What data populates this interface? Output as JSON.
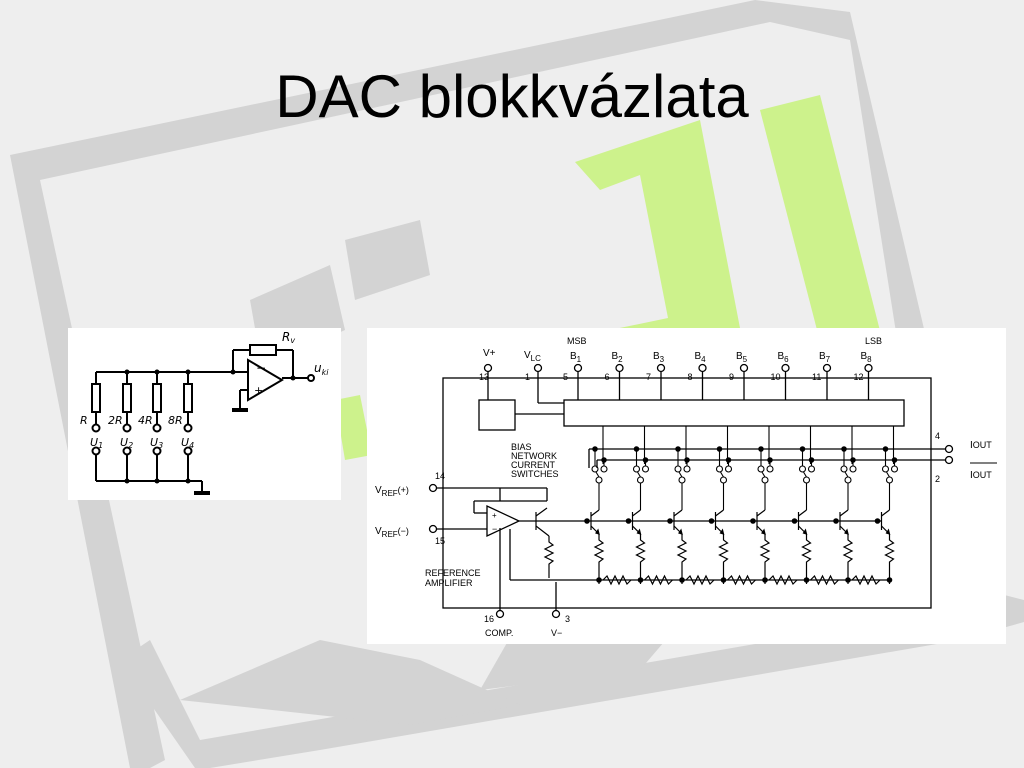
{
  "slide": {
    "title": "DAC blokkvázlata"
  },
  "left_circuit": {
    "feedback_resistor": "R",
    "feedback_resistor_sub": "v",
    "output": "u",
    "output_sub": "ki",
    "resistors": [
      "R",
      "2R",
      "4R",
      "8R"
    ],
    "inputs": [
      {
        "main": "U",
        "sub": "1"
      },
      {
        "main": "U",
        "sub": "2"
      },
      {
        "main": "U",
        "sub": "3"
      },
      {
        "main": "U",
        "sub": "4"
      }
    ],
    "opamp_minus": "−",
    "opamp_plus": "+"
  },
  "right_circuit": {
    "vplus": "V+",
    "vlc_main": "V",
    "vlc_sub": "LC",
    "msb": "MSB",
    "lsb": "LSB",
    "bits": [
      {
        "main": "B",
        "sub": "1",
        "pin": "5"
      },
      {
        "main": "B",
        "sub": "2",
        "pin": "6"
      },
      {
        "main": "B",
        "sub": "3",
        "pin": "7"
      },
      {
        "main": "B",
        "sub": "4",
        "pin": "8"
      },
      {
        "main": "B",
        "sub": "5",
        "pin": "9"
      },
      {
        "main": "B",
        "sub": "6",
        "pin": "10"
      },
      {
        "main": "B",
        "sub": "7",
        "pin": "11"
      },
      {
        "main": "B",
        "sub": "8",
        "pin": "12"
      }
    ],
    "pin_vplus": "13",
    "pin_vlc": "1",
    "bias_label": [
      "BIAS",
      "NETWORK",
      "CURRENT",
      "SWITCHES"
    ],
    "vref_plus_main": "V",
    "vref_plus_sub": "REF",
    "vref_plus_sign": "(+)",
    "pin_vref_plus": "14",
    "vref_minus_main": "V",
    "vref_minus_sub": "REF",
    "vref_minus_sign": "(−)",
    "pin_vref_minus": "15",
    "ref_amp_label": [
      "REFERENCE",
      "AMPLIFIER"
    ],
    "amp_plus": "+",
    "amp_minus": "−",
    "pin_comp": "16",
    "comp_label": "COMP.",
    "pin_vminus": "3",
    "vminus_label": "V−",
    "pin_iout": "4",
    "iout_main": "I",
    "iout_sub": "OUT",
    "pin_iout_bar": "2",
    "iout_bar_main": "I",
    "iout_bar_sub": "OUT"
  },
  "colors": {
    "background": "#eeeeee",
    "watermark_gray": "#d3d3d3",
    "watermark_green": "#cdf28c",
    "ink": "#000000"
  }
}
